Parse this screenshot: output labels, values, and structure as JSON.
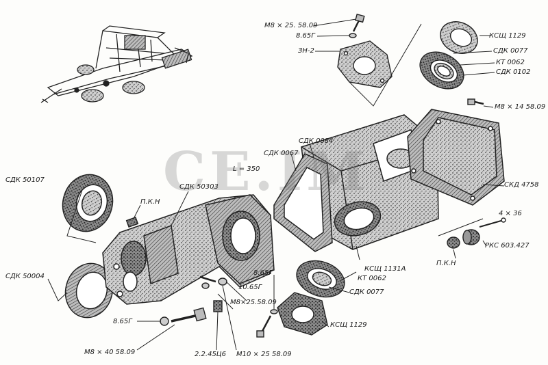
{
  "watermark": "CE.IM",
  "callouts": [
    {
      "id": "m8x25-top",
      "text": "M8 × 25. 58.09"
    },
    {
      "id": "w865-top",
      "text": "8.65Г"
    },
    {
      "id": "zn2",
      "text": "ЗН-2"
    },
    {
      "id": "ksch1129-top",
      "text": "КСЩ 1129"
    },
    {
      "id": "sdk0077-top",
      "text": "СДК 0077"
    },
    {
      "id": "kt0062-top",
      "text": "КТ 0062"
    },
    {
      "id": "sdk0102",
      "text": "СДК 0102"
    },
    {
      "id": "m8x14",
      "text": "M8 × 14  58.09"
    },
    {
      "id": "sdk0084",
      "text": "СДК 0084"
    },
    {
      "id": "sdk0067",
      "text": "СДК 0067"
    },
    {
      "id": "l350",
      "text": "L = 350"
    },
    {
      "id": "sdk50107",
      "text": "СДК 50107"
    },
    {
      "id": "sdk50303",
      "text": "СДК 50303"
    },
    {
      "id": "pkn-left",
      "text": "П.К.Н"
    },
    {
      "id": "skd4758",
      "text": "СКД 4758"
    },
    {
      "id": "c4x36",
      "text": "4 × 36"
    },
    {
      "id": "pkn-right",
      "text": "П.К.Н"
    },
    {
      "id": "rks603427",
      "text": "РКС 603.427"
    },
    {
      "id": "sdk50004",
      "text": "СДК 50004"
    },
    {
      "id": "ksch1131a",
      "text": "КСЩ 1131А"
    },
    {
      "id": "kt0062-mid",
      "text": "КТ 0062"
    },
    {
      "id": "w865-mid",
      "text": "8.65Г"
    },
    {
      "id": "w1065",
      "text": "10.65Г"
    },
    {
      "id": "m8x25-mid",
      "text": "M8×25.58.09"
    },
    {
      "id": "sdk0077-mid",
      "text": "СДК 0077"
    },
    {
      "id": "w865-bot",
      "text": "8.65Г"
    },
    {
      "id": "ksch1129-bot",
      "text": "КСЩ 1129"
    },
    {
      "id": "m8x40",
      "text": "M8 × 40  58.09"
    },
    {
      "id": "c2245",
      "text": "2.2.45Ц6"
    },
    {
      "id": "m10x25",
      "text": "M10 × 25  58.09"
    }
  ]
}
